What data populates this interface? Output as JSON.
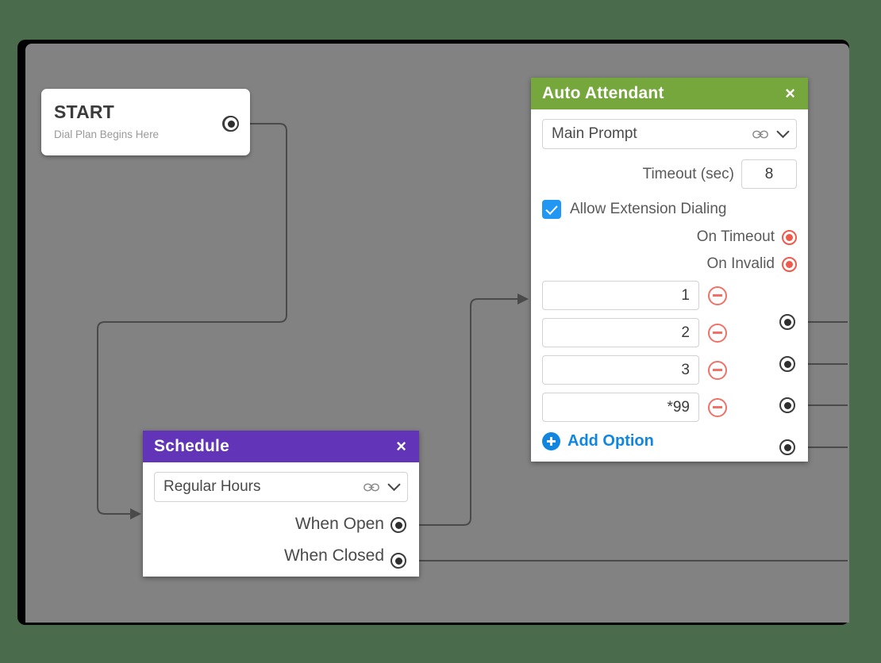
{
  "canvas": {
    "background_color": "#828282",
    "page_background_color": "#4a6b4c",
    "border_color": "#000000"
  },
  "start_node": {
    "title": "START",
    "subtitle": "Dial Plan Begins Here",
    "output_port_name": "start-output"
  },
  "schedule_panel": {
    "title": "Schedule",
    "header_color": "#6134b8",
    "close_label": "×",
    "dropdown": {
      "value": "Regular Hours",
      "link_icon": "chain-link-icon",
      "chevron_icon": "chevron-down-icon"
    },
    "outputs": [
      {
        "label": "When Open"
      },
      {
        "label": "When Closed"
      }
    ]
  },
  "auto_attendant_panel": {
    "title": "Auto Attendant",
    "header_color": "#76a73c",
    "close_label": "×",
    "prompt_dropdown": {
      "value": "Main Prompt",
      "link_icon": "chain-link-icon",
      "chevron_icon": "chevron-down-icon"
    },
    "timeout": {
      "label": "Timeout (sec)",
      "value": "8"
    },
    "allow_extension_dialing": {
      "label": "Allow Extension Dialing",
      "checked": true,
      "checkbox_color": "#2196f3"
    },
    "radios": [
      {
        "label": "On Timeout",
        "color": "#ef5a4c"
      },
      {
        "label": "On Invalid",
        "color": "#ef5a4c"
      }
    ],
    "options": [
      {
        "value": "1",
        "remove_label": "remove-option-1"
      },
      {
        "value": "2",
        "remove_label": "remove-option-2"
      },
      {
        "value": "3",
        "remove_label": "remove-option-3"
      },
      {
        "value": "*99",
        "remove_label": "remove-option-99"
      }
    ],
    "add_option": {
      "label": "Add Option",
      "color": "#1186e0"
    }
  },
  "connectors": {
    "stroke_color": "#4a4a4a",
    "links": [
      {
        "from": "start-output",
        "to": "schedule-input"
      },
      {
        "from": "schedule-when-open",
        "to": "auto-attendant-input"
      },
      {
        "from": "schedule-when-closed",
        "to": "canvas-edge"
      },
      {
        "from": "option-1-output",
        "to": "canvas-edge"
      },
      {
        "from": "option-2-output",
        "to": "canvas-edge"
      },
      {
        "from": "option-3-output",
        "to": "canvas-edge"
      },
      {
        "from": "option-99-output",
        "to": "canvas-edge"
      }
    ]
  }
}
